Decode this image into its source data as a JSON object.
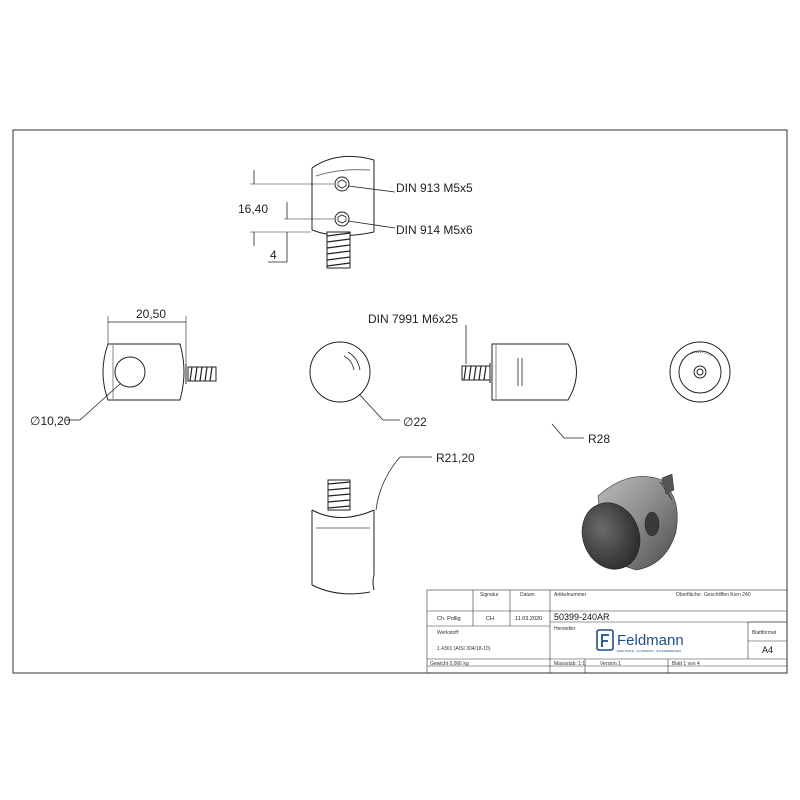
{
  "drawing": {
    "annotations": {
      "thread_top": "DIN 913 M5x5",
      "thread_bottom": "DIN 914 M5x6",
      "dim_16_40": "16,40",
      "dim_4": "4",
      "dim_20_50": "20,50",
      "dim_dia_10_20": "∅10,20",
      "dim_dia_22": "∅22",
      "screw": "DIN 7991 M6x25",
      "radius_28": "R28",
      "radius_21_20": "R21,20"
    }
  },
  "title_block": {
    "headers": {
      "signature": "Signatur",
      "date": "Datum",
      "article_no": "Artikelnummer",
      "surface": "Oberfläche:"
    },
    "name": "Ch. Pollig",
    "signature": "CH",
    "date": "11.03.2020",
    "article_number": "50399-240AR",
    "surface_value": "Geschliffen Korn 240",
    "manufacturer_label": "Hersteller",
    "brand": "Feldmann",
    "brand_tagline": "EDELSTAHL · ALUMINIUM · SCHMIEDEEISEN",
    "material_label": "Werkstoff:",
    "material_value": "1.4301 (AISI 304/18-10)",
    "paper_format_label": "Blattformat",
    "paper_format_value": "A4",
    "weight": "Gewicht 0,066 kg",
    "scale": "Massstab: 1:1",
    "version": "Version:1",
    "sheet": "Blatt 1 von 4"
  }
}
